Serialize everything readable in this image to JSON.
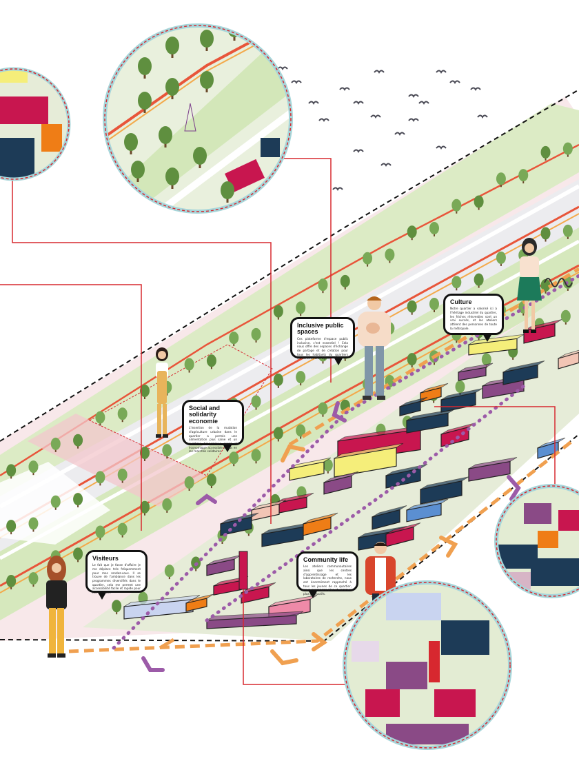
{
  "colors": {
    "background": "#ffffff",
    "parcel_pink": "#f6dde2",
    "green": "#d7e9bf",
    "green_dark": "#a8cf7d",
    "tree": "#5f8f3f",
    "railway": "#e9e9ec",
    "red_line": "#d7282f",
    "orange_path": "#f0a050",
    "purple_path": "#9c5ba8",
    "lens_border": "#9fd4d8",
    "navy_building": "#1d3b57",
    "magenta_building": "#c8164f",
    "yellow_building": "#f5ee7a",
    "purple_building": "#8a4a86",
    "blue_building": "#5b8fd1",
    "orange_building": "#ef7d16"
  },
  "icons": [
    "bird-icon",
    "tree-icon",
    "person-illustration",
    "speech-bubble-icon",
    "magnifier-circle-icon"
  ],
  "callouts": {
    "inclusive": {
      "title": "Inclusive public spaces",
      "text": "Ces plateforme d'espace public inclusive, c'est essentiel ! Cela nous offre des espaces d'échange de partage et de création pour tous les habitants du quartiers (cultures et tous âges)."
    },
    "culture": {
      "title": "Culture",
      "text": "Notre quartier a valorisé ici à l'héritage industriel du quartier, les friches réinvesties sont un vrai succès, et les ateliers attirent des personnes de toute la métropole."
    },
    "social": {
      "title": "Social and solidarity economie",
      "text": "L'insertion de la mutation d'agriculture urbaine dans le quartier a permis une alimentation plus saine et un système économique social et économique accessible à tous en les marchés solidaires."
    },
    "visiteurs": {
      "title": "Visiteurs",
      "text": "Le fait que je fasse d'affaire je me déplace très fréquemment pour mes rendez-vous. Il se trouve de l'ambiance dans les programmes diversifiés dans le quartier, cela me permet une accessibilité facile et rapide pour me déplacer."
    },
    "community": {
      "title": "Community life",
      "text": "Les ateliers communautaires ainsi que les centres d'apprentissage et les laboratoires de recherche, nous ont énormément rapproché à tous les jeunes de ce quartier, nous apprenons plus et sommes plus productifs."
    }
  }
}
